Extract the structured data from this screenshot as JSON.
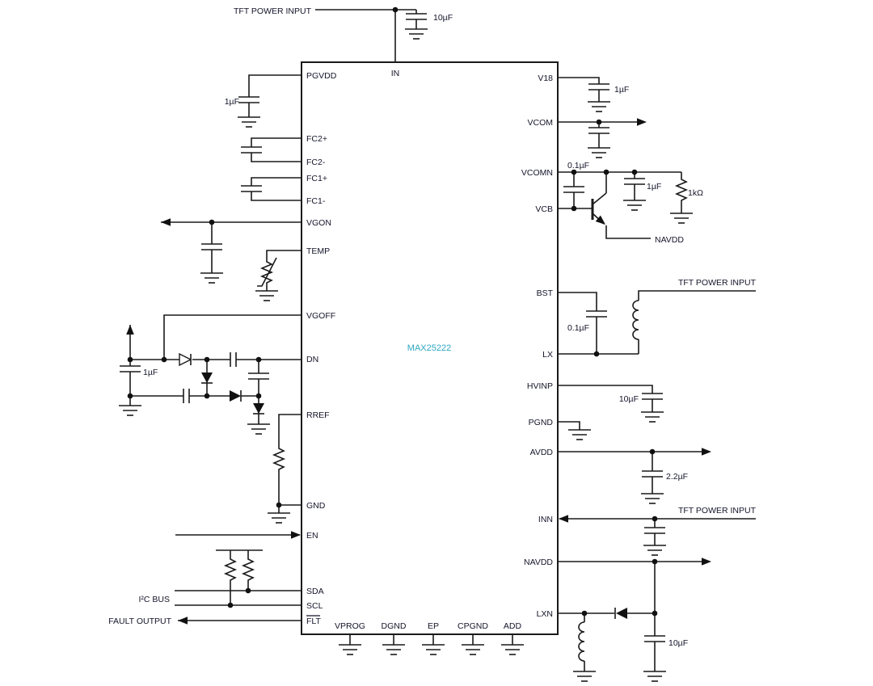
{
  "chip": {
    "part_number": "MAX25222",
    "label_color": "#2fa8c4"
  },
  "pins": {
    "top": [
      "IN"
    ],
    "left": [
      "PGVDD",
      "FC2+",
      "FC2-",
      "FC1+",
      "FC1-",
      "VGON",
      "TEMP",
      "VGOFF",
      "DN",
      "RREF",
      "GND",
      "EN",
      "SDA",
      "SCL",
      "FLT"
    ],
    "right": [
      "V18",
      "VCOM",
      "VCOMN",
      "VCB",
      "BST",
      "LX",
      "HVINP",
      "PGND",
      "AVDD",
      "INN",
      "NAVDD",
      "LXN"
    ],
    "bottom": [
      "VPROG",
      "DGND",
      "EP",
      "CPGND",
      "ADD"
    ]
  },
  "net_labels": {
    "tft_power_input_top": "TFT POWER INPUT",
    "tft_power_input_bst": "TFT POWER INPUT",
    "tft_power_input_inn": "TFT POWER INPUT",
    "navdd_net": "NAVDD",
    "i2c_bus": "I²C BUS",
    "fault_output": "FAULT OUTPUT"
  },
  "values": {
    "c_in": "10µF",
    "c_pgvdd": "1µF",
    "c_vgoff": "1µF",
    "c_v18": "1µF",
    "c_vcomn": "0.1µF",
    "c_navdd_1uf": "1µF",
    "r_vcom": "1kΩ",
    "c_bst": "0.1µF",
    "c_hvinp": "10µF",
    "c_avdd": "2.2µF",
    "c_lxn": "10µF"
  }
}
